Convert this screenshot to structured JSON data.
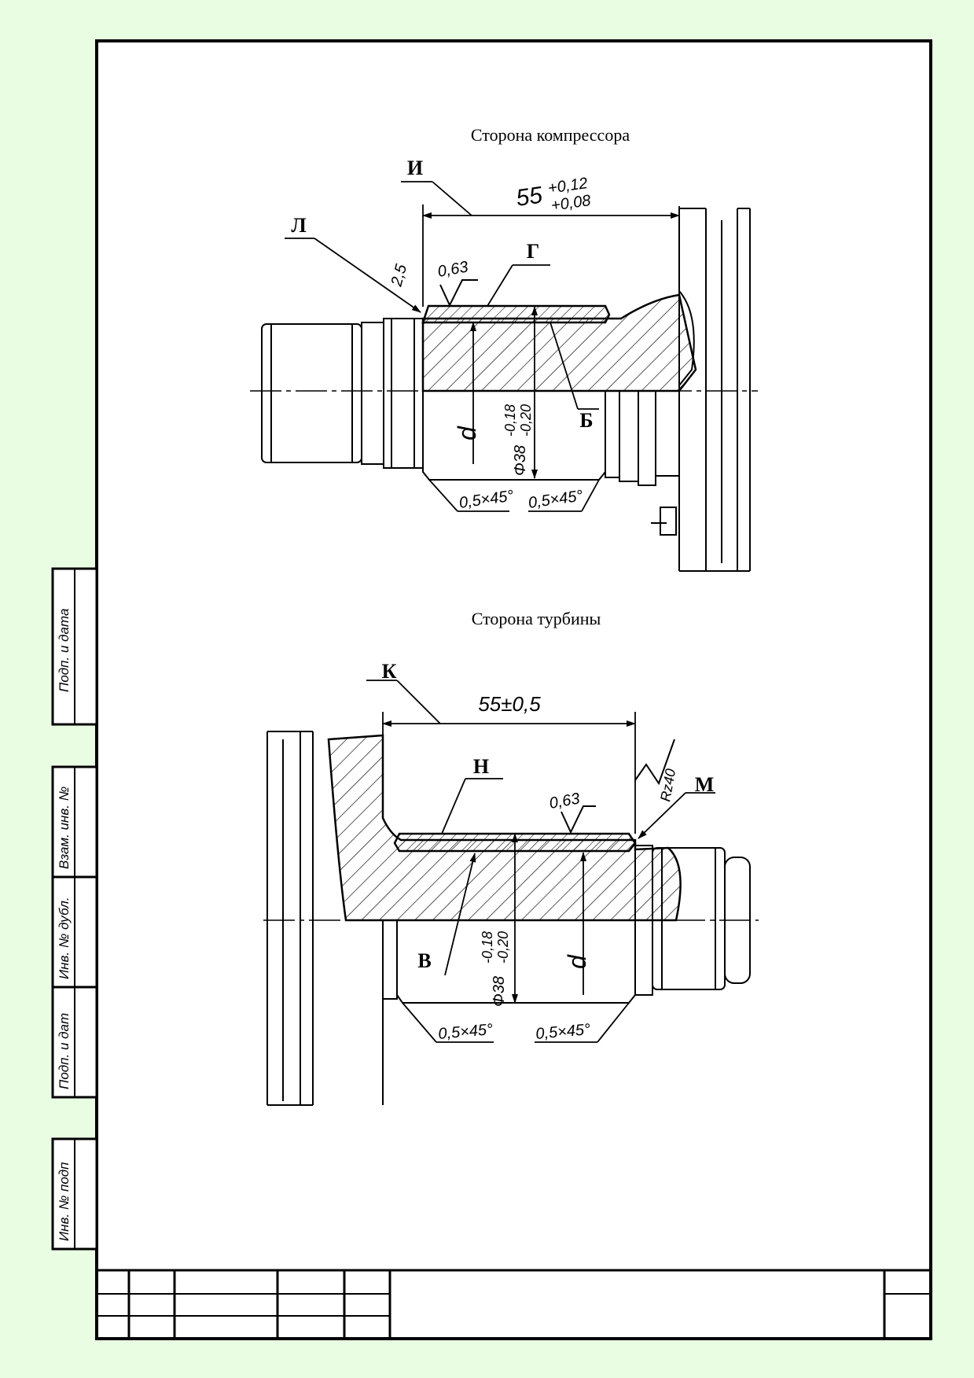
{
  "views": {
    "top": {
      "title": "Сторона компрессора",
      "labels": {
        "i": "И",
        "l": "Л",
        "g": "Г",
        "b": "Б"
      },
      "dim_length": {
        "nominal": "55",
        "upper": "+0,12",
        "lower": "+0,08"
      },
      "roughness": "0,63",
      "angle": "2,5",
      "diameter_symbol": "d",
      "diameter": {
        "nominal": "Φ38",
        "upper": "-0,18",
        "lower": "-0,20"
      },
      "chamfer_left": "0,5×45°",
      "chamfer_right": "0,5×45°"
    },
    "bottom": {
      "title": "Сторона турбины",
      "labels": {
        "k": "К",
        "n": "Н",
        "m": "М",
        "v": "В"
      },
      "dim_length": "55±0,5",
      "roughness": "0,63",
      "roughness_rz": "Rz40",
      "diameter_symbol": "d",
      "diameter": {
        "nominal": "Φ38",
        "upper": "-0,18",
        "lower": "-0,20"
      },
      "chamfer_left": "0,5×45°",
      "chamfer_right": "0,5×45°"
    }
  },
  "side_stamp": {
    "fields": [
      "Подп. и дата",
      "Взам. инв. №",
      "Инв. № дубл.",
      "Подп. и дат",
      "Инв. № подп"
    ]
  }
}
